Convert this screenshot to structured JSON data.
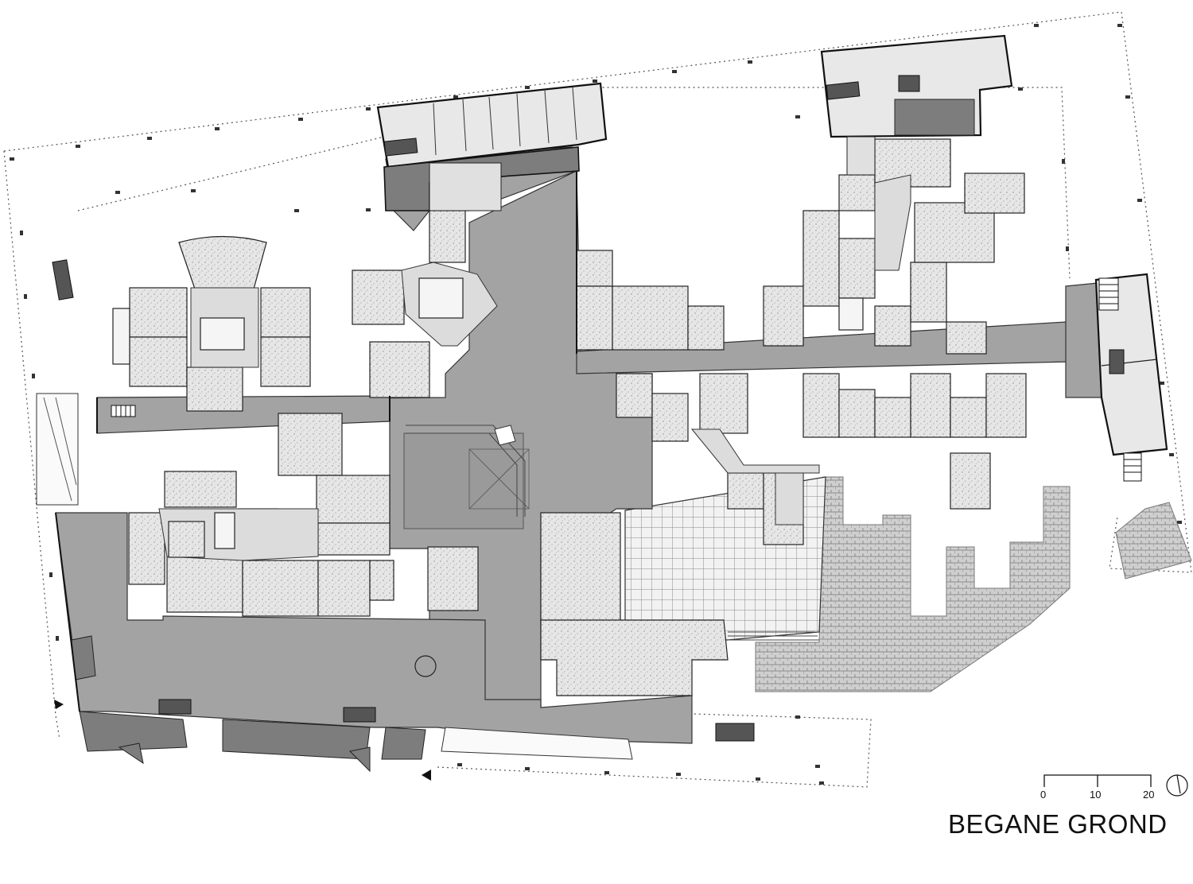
{
  "title": "BEGANE GROND",
  "scale_bar": {
    "ticks": [
      "0",
      "10",
      "20"
    ]
  },
  "colors": {
    "background": "#ffffff",
    "circulation": "#a3a3a3",
    "room": "#e4e4e4",
    "courtyard": "#f7f7f7",
    "dark_volume": "#7d7d7d",
    "light_volume": "#dedede",
    "line": "#1a1a1a"
  },
  "icons": [
    "north-arrow-icon",
    "entrance-arrow-icon",
    "car-icon",
    "stair-icon"
  ]
}
